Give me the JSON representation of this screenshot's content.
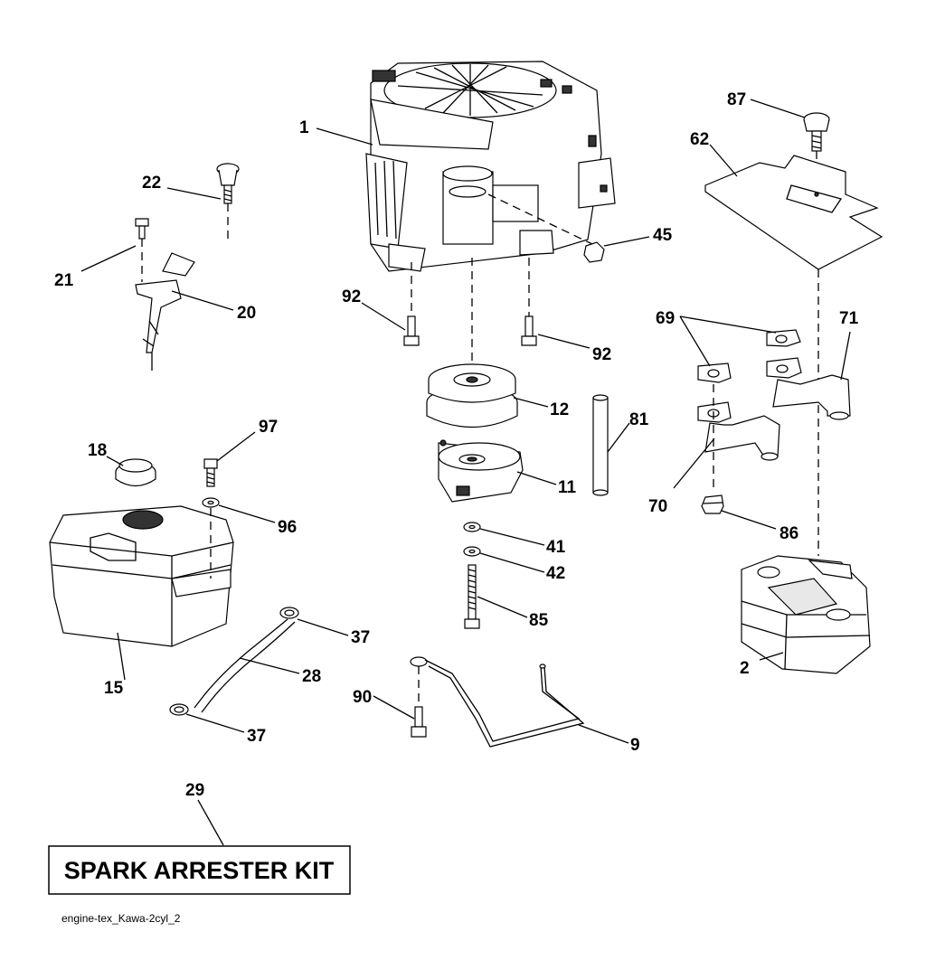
{
  "labels": {
    "p1": "1",
    "p2": "2",
    "p9": "9",
    "p11": "11",
    "p12": "12",
    "p15": "15",
    "p18": "18",
    "p20": "20",
    "p21": "21",
    "p22": "22",
    "p28": "28",
    "p29": "29",
    "p37a": "37",
    "p37b": "37",
    "p41": "41",
    "p42": "42",
    "p45": "45",
    "p62": "62",
    "p69": "69",
    "p70": "70",
    "p71": "71",
    "p81": "81",
    "p85": "85",
    "p86": "86",
    "p87": "87",
    "p90": "90",
    "p92a": "92",
    "p92b": "92",
    "p96": "96",
    "p97": "97"
  },
  "kit_label": "SPARK ARRESTER KIT",
  "footer_code": "engine-tex_Kawa-2cyl_2"
}
